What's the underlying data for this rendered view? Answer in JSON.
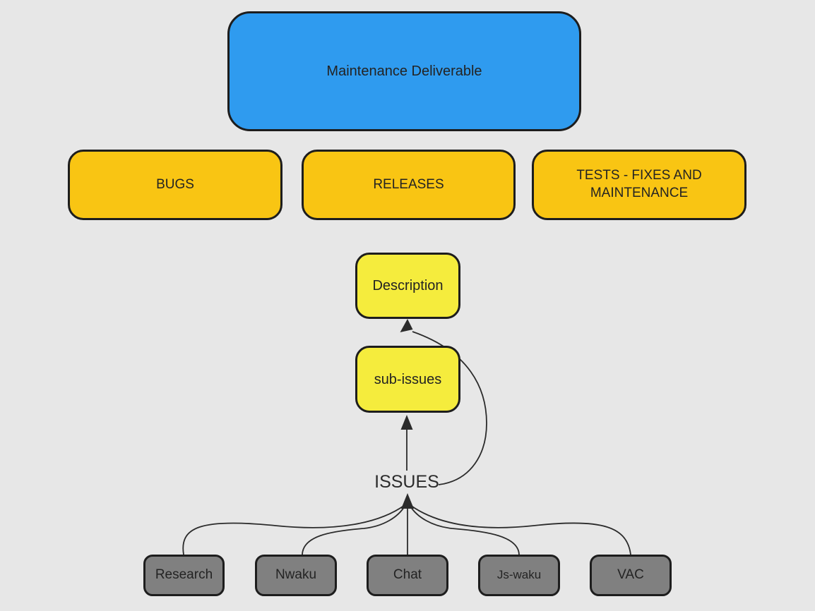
{
  "diagram": {
    "root": {
      "label": "Maintenance Deliverable"
    },
    "categories": [
      {
        "label": "BUGS"
      },
      {
        "label": "RELEASES"
      },
      {
        "label": "TESTS - FIXES AND MAINTENANCE"
      }
    ],
    "notes": {
      "description": {
        "label": "Description"
      },
      "sub_issues": {
        "label": "sub-issues"
      }
    },
    "issues_label": "ISSUES",
    "sources": [
      {
        "label": "Research"
      },
      {
        "label": "Nwaku"
      },
      {
        "label": "Chat"
      },
      {
        "label": "Js-waku"
      },
      {
        "label": "VAC"
      }
    ],
    "colors": {
      "background": "#e7e7e7",
      "root_fill": "#2f9bef",
      "category_fill": "#f9c513",
      "note_fill": "#f5ec3d",
      "source_fill": "#808080",
      "stroke": "#1d1d1d",
      "connector": "#2b2b2b",
      "text": "#232323"
    }
  }
}
